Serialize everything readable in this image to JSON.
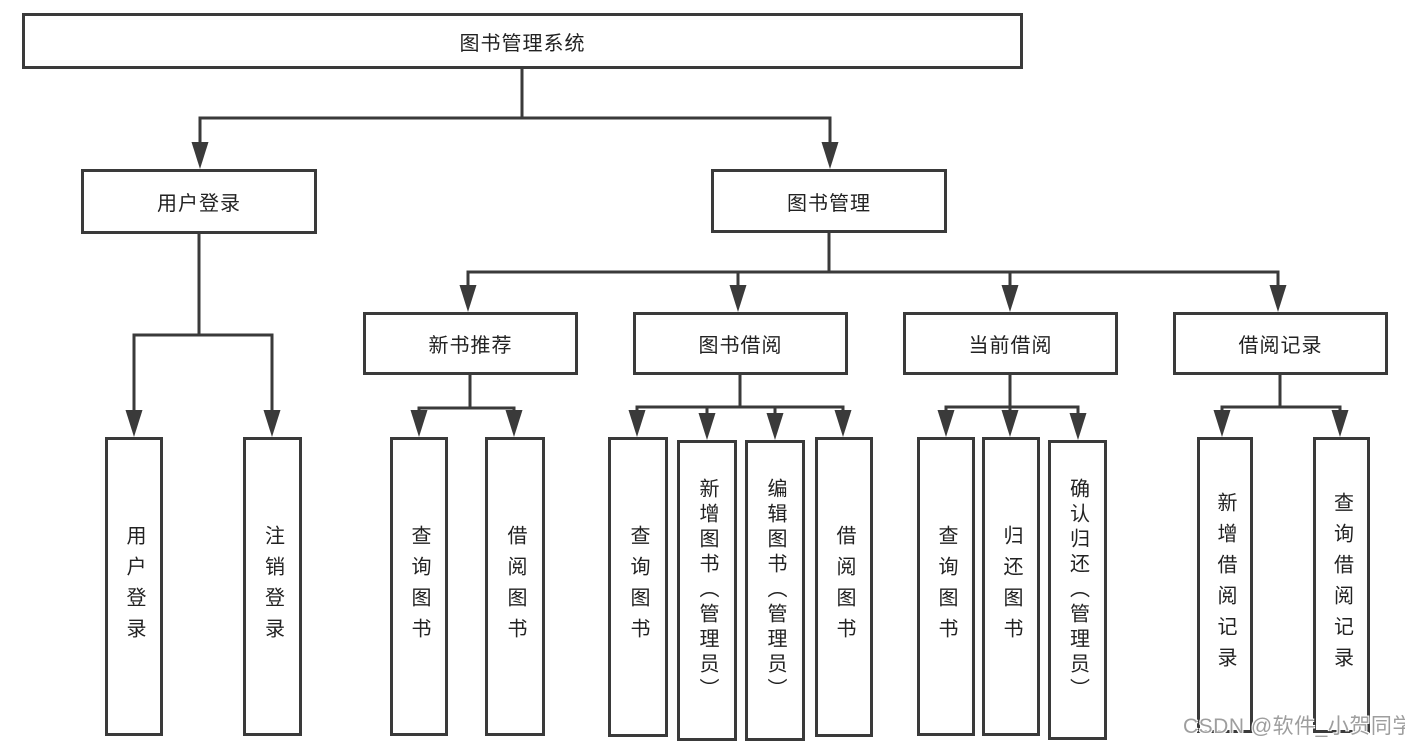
{
  "tree": {
    "root": "图书管理系统",
    "branches": [
      {
        "label": "用户登录",
        "children": [
          "用户登录",
          "注销登录"
        ]
      },
      {
        "label": "图书管理",
        "groups": [
          {
            "label": "新书推荐",
            "children": [
              "查询图书",
              "借阅图书"
            ]
          },
          {
            "label": "图书借阅",
            "children": [
              "查询图书",
              "新增图书（管理员）",
              "编辑图书（管理员）",
              "借阅图书"
            ]
          },
          {
            "label": "当前借阅",
            "children": [
              "查询图书",
              "归还图书",
              "确认归还（管理员）"
            ]
          },
          {
            "label": "借阅记录",
            "children": [
              "新增借阅记录",
              "查询借阅记录"
            ]
          }
        ]
      }
    ]
  },
  "watermark": "CSDN @软件_小贺同学",
  "colors": {
    "line": "#3a3a3a",
    "border": "#3a3a3a",
    "text": "#222222",
    "watermark": "#9e9e9e",
    "background": "#ffffff"
  }
}
